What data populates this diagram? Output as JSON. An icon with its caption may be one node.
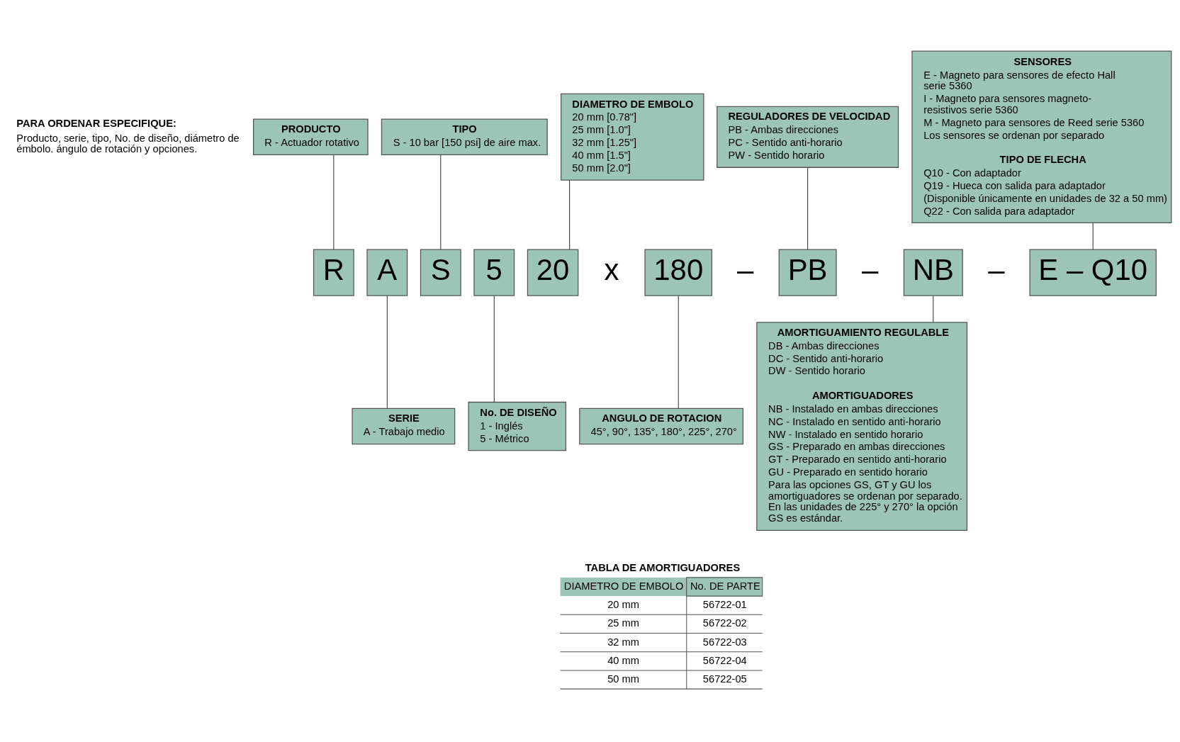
{
  "diagram": {
    "nodes": [
      {
        "text": [
          "PRODUCTO",
          "R - Actuador rotativo"
        ]
      },
      {
        "text": [
          "TIPO",
          "S - 10 bar [150 psi] de aire max."
        ]
      },
      {
        "text": [
          "DIAMETRO DE EMBOLO",
          "20 mm [0.78\"]",
          "25 mm [1.0\"]",
          "32 mm [1.25\"]",
          "40 mm [1.5\"]",
          "50 mm [2.0\"]"
        ]
      },
      {
        "text": [
          "REGULADORES DE VELOCIDAD",
          "PB - Ambas direcciones",
          "PC - Sentido anti-horario",
          "PW - Sentido horario"
        ]
      },
      {
        "text": [
          "SENSORES",
          "E - Magneto para sensores de efecto Hall serie 5360",
          "I - Magneto para sensores magneto-resistivos serie 5360",
          "M - Magneto para sensores de Reed serie 5360",
          "Los sensores se ordenan por separado",
          "TIPO DE FLECHA",
          "Q10 - Con adaptador",
          "Q19 - Hueca con salida para adaptador",
          "(Disponible únicamente en unidades de 32 a 50 mm)",
          "Q22 - Con salida para adaptador"
        ]
      },
      {
        "text": [
          "R"
        ]
      },
      {
        "text": [
          "A"
        ]
      },
      {
        "text": [
          "S"
        ]
      },
      {
        "text": [
          "5"
        ]
      },
      {
        "text": [
          "20"
        ]
      },
      {
        "text": [
          "180"
        ]
      },
      {
        "text": [
          "PB"
        ]
      },
      {
        "text": [
          "NB"
        ]
      },
      {
        "text": [
          "E – Q10"
        ]
      },
      {
        "text": [
          "SERIE",
          "A - Trabajo medio"
        ]
      },
      {
        "text": [
          "No. DE DISEÑO",
          "1 - Inglés",
          "5 - Métrico"
        ]
      },
      {
        "text": [
          "ANGULO DE ROTACION",
          "45°, 90°, 135°, 180°, 225°, 270°"
        ]
      },
      {
        "text": [
          "AMORTIGUAMIENTO REGULABLE",
          "DB - Ambas direcciones",
          "DC - Sentido anti-horario",
          "DW - Sentido horario",
          "AMORTIGUADORES",
          "NB - Instalado en ambas direcciones",
          "NC - Instalado en sentido anti-horario",
          "NW - Instalado en sentido horario",
          "GS - Preparado en ambas direcciones",
          "GT - Preparado en sentido anti-horario",
          "GU - Preparado en sentido horario",
          "Para las opciones GS, GT y GU los amortiguadores se ordenan por separado. En las unidades de 225° y 270° la opción GS es estándar."
        ]
      }
    ],
    "edges": [
      {
        "from": 0,
        "to": 5,
        "arrow": "none"
      },
      {
        "from": 1,
        "to": 7,
        "arrow": "none"
      },
      {
        "from": 2,
        "to": 9,
        "arrow": "none"
      },
      {
        "from": 3,
        "to": 11,
        "arrow": "none"
      },
      {
        "from": 4,
        "to": 13,
        "arrow": "none"
      },
      {
        "from": 6,
        "to": 14,
        "arrow": "none"
      },
      {
        "from": 8,
        "to": 15,
        "arrow": "none"
      },
      {
        "from": 10,
        "to": 16,
        "arrow": "none"
      },
      {
        "from": 12,
        "to": 17,
        "arrow": "none"
      }
    ],
    "labels": [
      "PARA ORDENAR ESPECIFIQUE:",
      "Producto, serie, tipo, No. de diseño, diámetro de émbolo. ángulo de rotación y opciones.",
      "x",
      "–",
      "–",
      "–",
      "TABLA DE AMORTIGUADORES",
      "DIAMETRO DE EMBOLO",
      "No. DE PARTE",
      "20 mm",
      "56722-01",
      "25 mm",
      "56722-02",
      "32 mm",
      "56722-03",
      "40 mm",
      "56722-04",
      "50 mm",
      "56722-05"
    ]
  }
}
